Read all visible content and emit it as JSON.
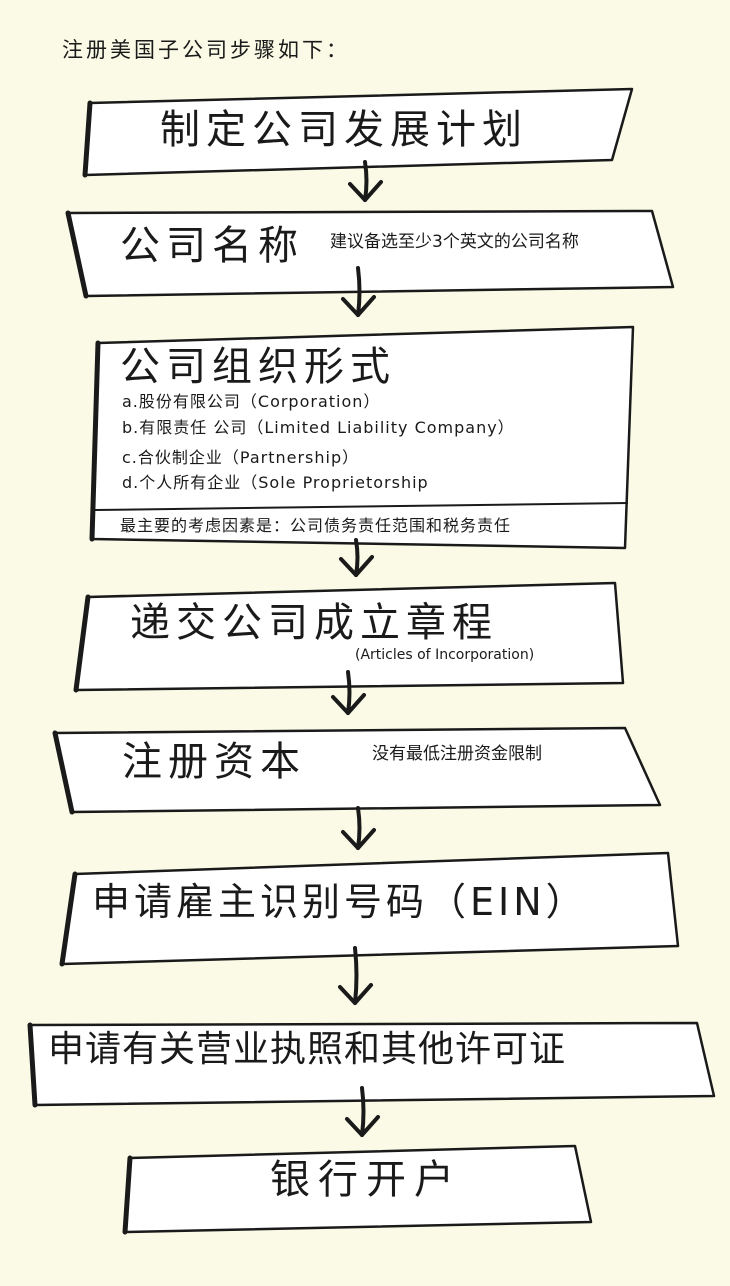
{
  "header": "注册美国子公司步骤如下：",
  "steps": [
    {
      "title": "制定公司发展计划"
    },
    {
      "title": "公司名称",
      "note": "建议备选至少3个英文的公司名称"
    },
    {
      "title": "公司组织形式",
      "items": [
        "a.股份有限公司（Corporation）",
        "b.有限责任 公司（Limited Liability Company）",
        "c.合伙制企业（Partnership）",
        "d.个人所有企业（Sole Proprietorship"
      ],
      "footer": "最主要的考虑因素是：公司债务责任范围和税务责任"
    },
    {
      "title": "递交公司成立章程",
      "note": "(Articles of Incorporation)"
    },
    {
      "title": "注册资本",
      "note": "没有最低注册资金限制"
    },
    {
      "title": "申请雇主识别号码（EIN）"
    },
    {
      "title": "申请有关营业执照和其他许可证"
    },
    {
      "title": "银行开户"
    }
  ],
  "colors": {
    "background": "#fafae6",
    "ink": "#1a1a1a",
    "box_fill": "#ffffff"
  }
}
